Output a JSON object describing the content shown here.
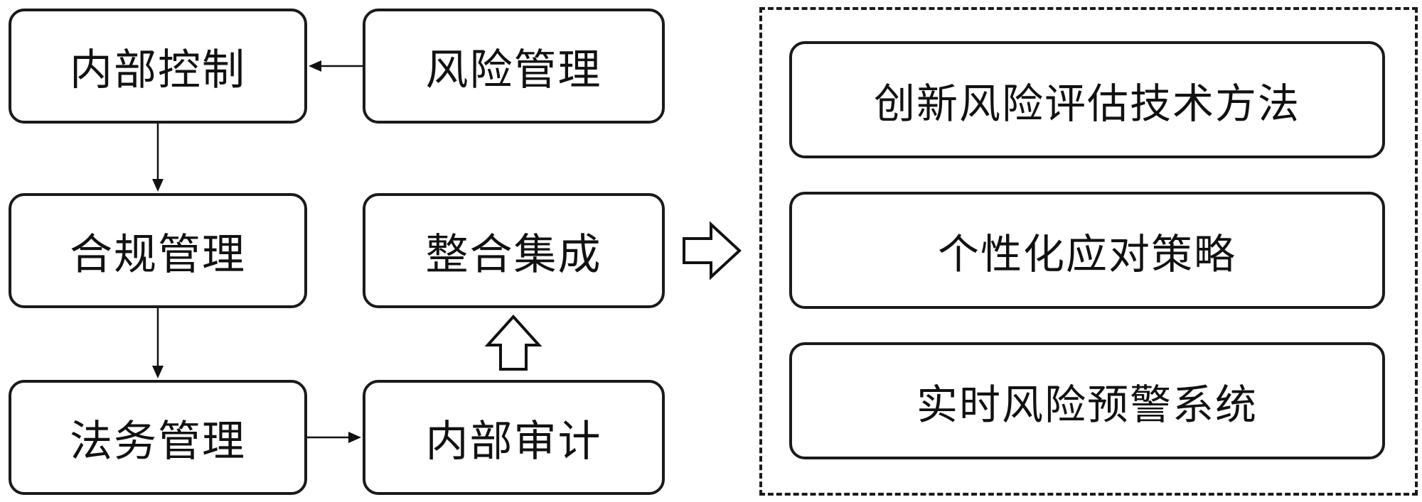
{
  "diagram": {
    "left_nodes": {
      "internal_control": "内部控制",
      "risk_management": "风险管理",
      "compliance_management": "合规管理",
      "integration": "整合集成",
      "legal_management": "法务管理",
      "internal_audit": "内部审计"
    },
    "outcome_nodes": [
      "创新风险评估技术方法",
      "个性化应对策略",
      "实时风险预警系统"
    ]
  }
}
